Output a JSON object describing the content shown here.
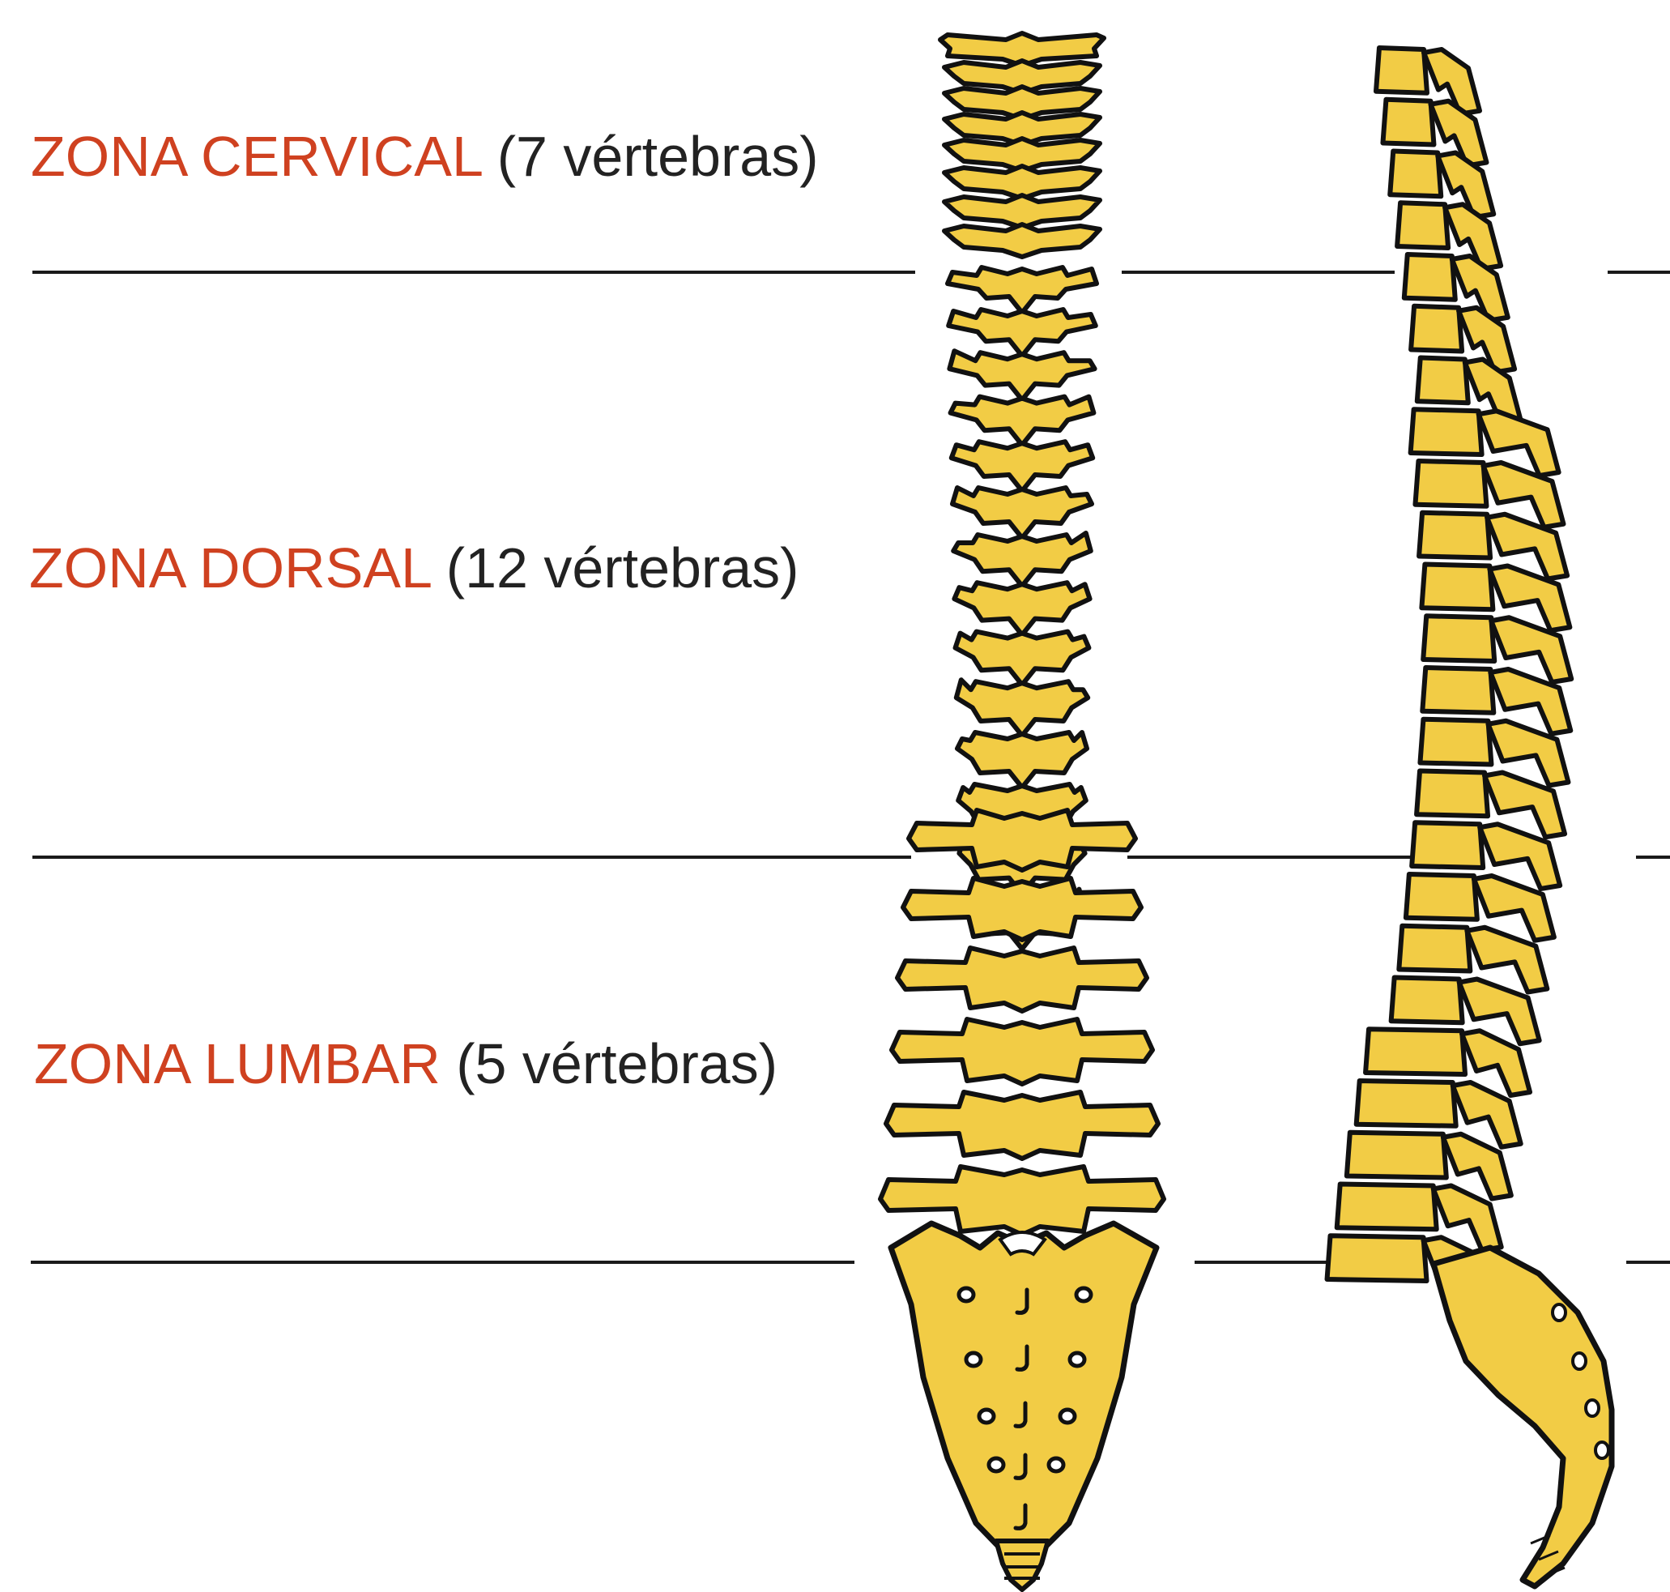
{
  "zones": [
    {
      "id": "cervical",
      "name": "ZONA CERVICAL",
      "count": "(7 vértebras)"
    },
    {
      "id": "dorsal",
      "name": "ZONA DORSAL",
      "count": "(12 vértebras)"
    },
    {
      "id": "lumbar",
      "name": "ZONA LUMBAR",
      "count": "(5 vértebras)"
    }
  ],
  "colors": {
    "zone_name": "#cf4120",
    "zone_count": "#222222",
    "bone_fill": "#f2cc45",
    "bone_outline": "#111111",
    "divider": "#1a1a1a"
  },
  "figures": [
    "spine-front-view",
    "spine-side-view"
  ]
}
